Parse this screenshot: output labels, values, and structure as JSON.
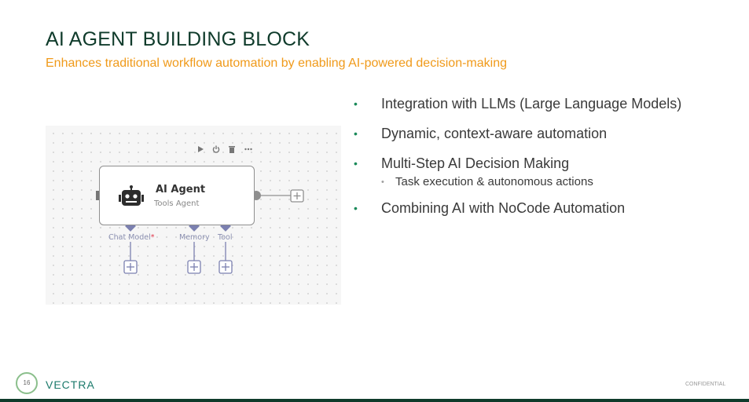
{
  "slide": {
    "title": "AI AGENT BUILDING BLOCK",
    "subtitle": "Enhances traditional workflow automation by enabling AI-powered decision-making",
    "page_number": "16",
    "brand": "VECTRA",
    "confidential": "CONFIDENTIAL"
  },
  "diagram": {
    "node_title": "AI Agent",
    "node_subtitle": "Tools Agent",
    "node_icon": "robot-icon",
    "toolbar_icons": [
      "play-icon",
      "power-icon",
      "trash-icon",
      "more-icon"
    ],
    "inputs": [
      {
        "label": "Chat Model",
        "required_mark": "*"
      },
      {
        "label": "Memory"
      },
      {
        "label": "Tool"
      }
    ],
    "colors": {
      "connector": "#7b80b0",
      "node_border": "#8f8f8f",
      "output": "#8f8f8f"
    }
  },
  "bullets": [
    {
      "text": "Integration with LLMs (Large Language Models)",
      "level": 1
    },
    {
      "text": "Dynamic, context-aware automation",
      "level": 1
    },
    {
      "text": "Multi-Step AI Decision Making",
      "level": 1
    },
    {
      "text": "Task execution & autonomous actions",
      "level": 2
    },
    {
      "text": "Combining AI with NoCode Automation",
      "level": 1
    }
  ],
  "colors": {
    "title": "#0f3b2b",
    "subtitle": "#f09a1a",
    "bullet": "#1b8a5a"
  }
}
